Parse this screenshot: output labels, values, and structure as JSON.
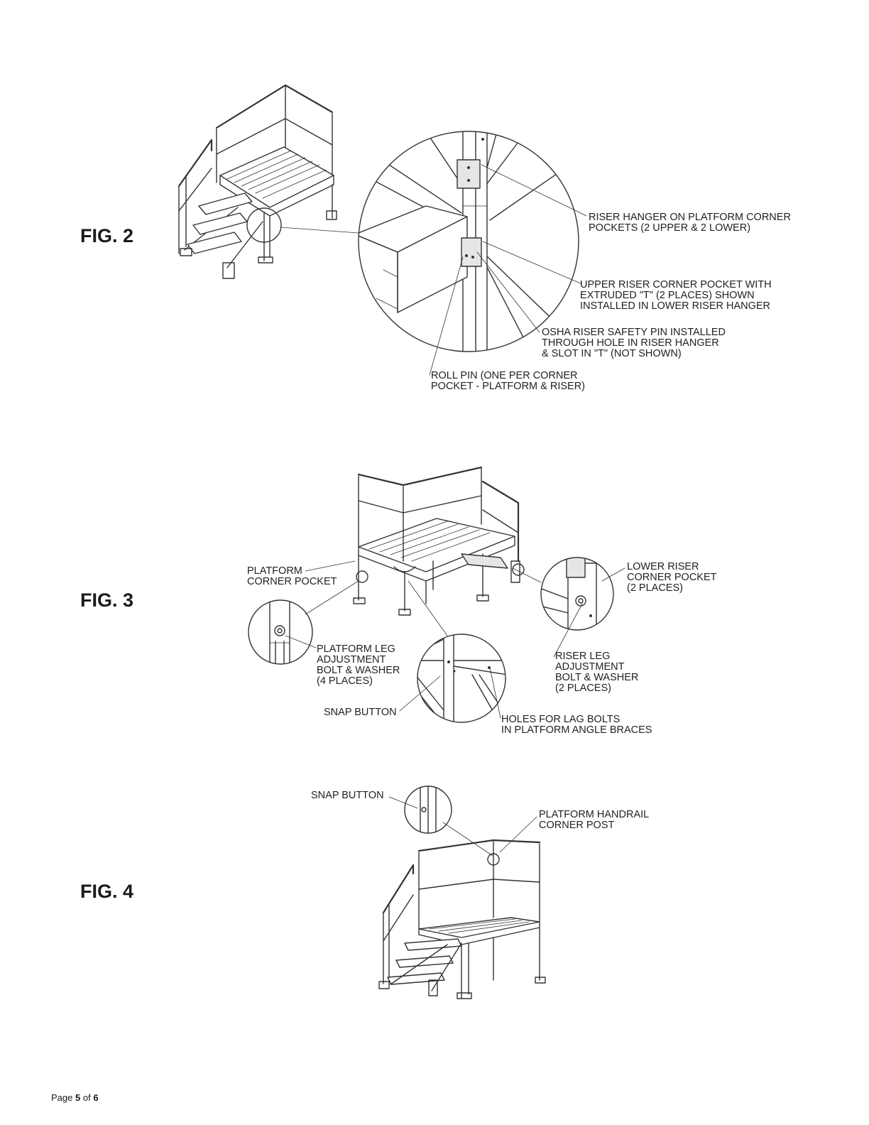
{
  "figures": {
    "fig2": {
      "label": "FIG. 2",
      "callouts": {
        "riser_hanger": "RISER HANGER ON PLATFORM CORNER\nPOCKETS (2 UPPER & 2 LOWER)",
        "upper_riser": "UPPER RISER CORNER POCKET WITH\nEXTRUDED \"T\" (2 PLACES) SHOWN\nINSTALLED IN LOWER RISER HANGER",
        "osha_pin": "OSHA RISER SAFETY PIN INSTALLED\nTHROUGH HOLE IN RISER HANGER\n& SLOT IN \"T\" (NOT SHOWN)",
        "roll_pin": "ROLL PIN (ONE PER CORNER\nPOCKET - PLATFORM & RISER)"
      }
    },
    "fig3": {
      "label": "FIG. 3",
      "callouts": {
        "platform_corner_pocket": "PLATFORM\nCORNER POCKET",
        "lower_riser": "LOWER RISER\nCORNER POCKET\n(2 PLACES)",
        "platform_leg_bolt": "PLATFORM LEG\nADJUSTMENT\nBOLT & WASHER\n(4 PLACES)",
        "riser_leg_bolt": "RISER LEG\nADJUSTMENT\nBOLT & WASHER\n(2 PLACES)",
        "snap_button": "SNAP BUTTON",
        "lag_bolt_holes": "HOLES FOR LAG BOLTS\nIN PLATFORM ANGLE BRACES"
      }
    },
    "fig4": {
      "label": "FIG. 4",
      "callouts": {
        "snap_button": "SNAP BUTTON",
        "handrail_post": "PLATFORM HANDRAIL\nCORNER POST"
      }
    }
  },
  "footer": {
    "prefix": "Page",
    "page": "5",
    "of": "of",
    "total": "6"
  }
}
